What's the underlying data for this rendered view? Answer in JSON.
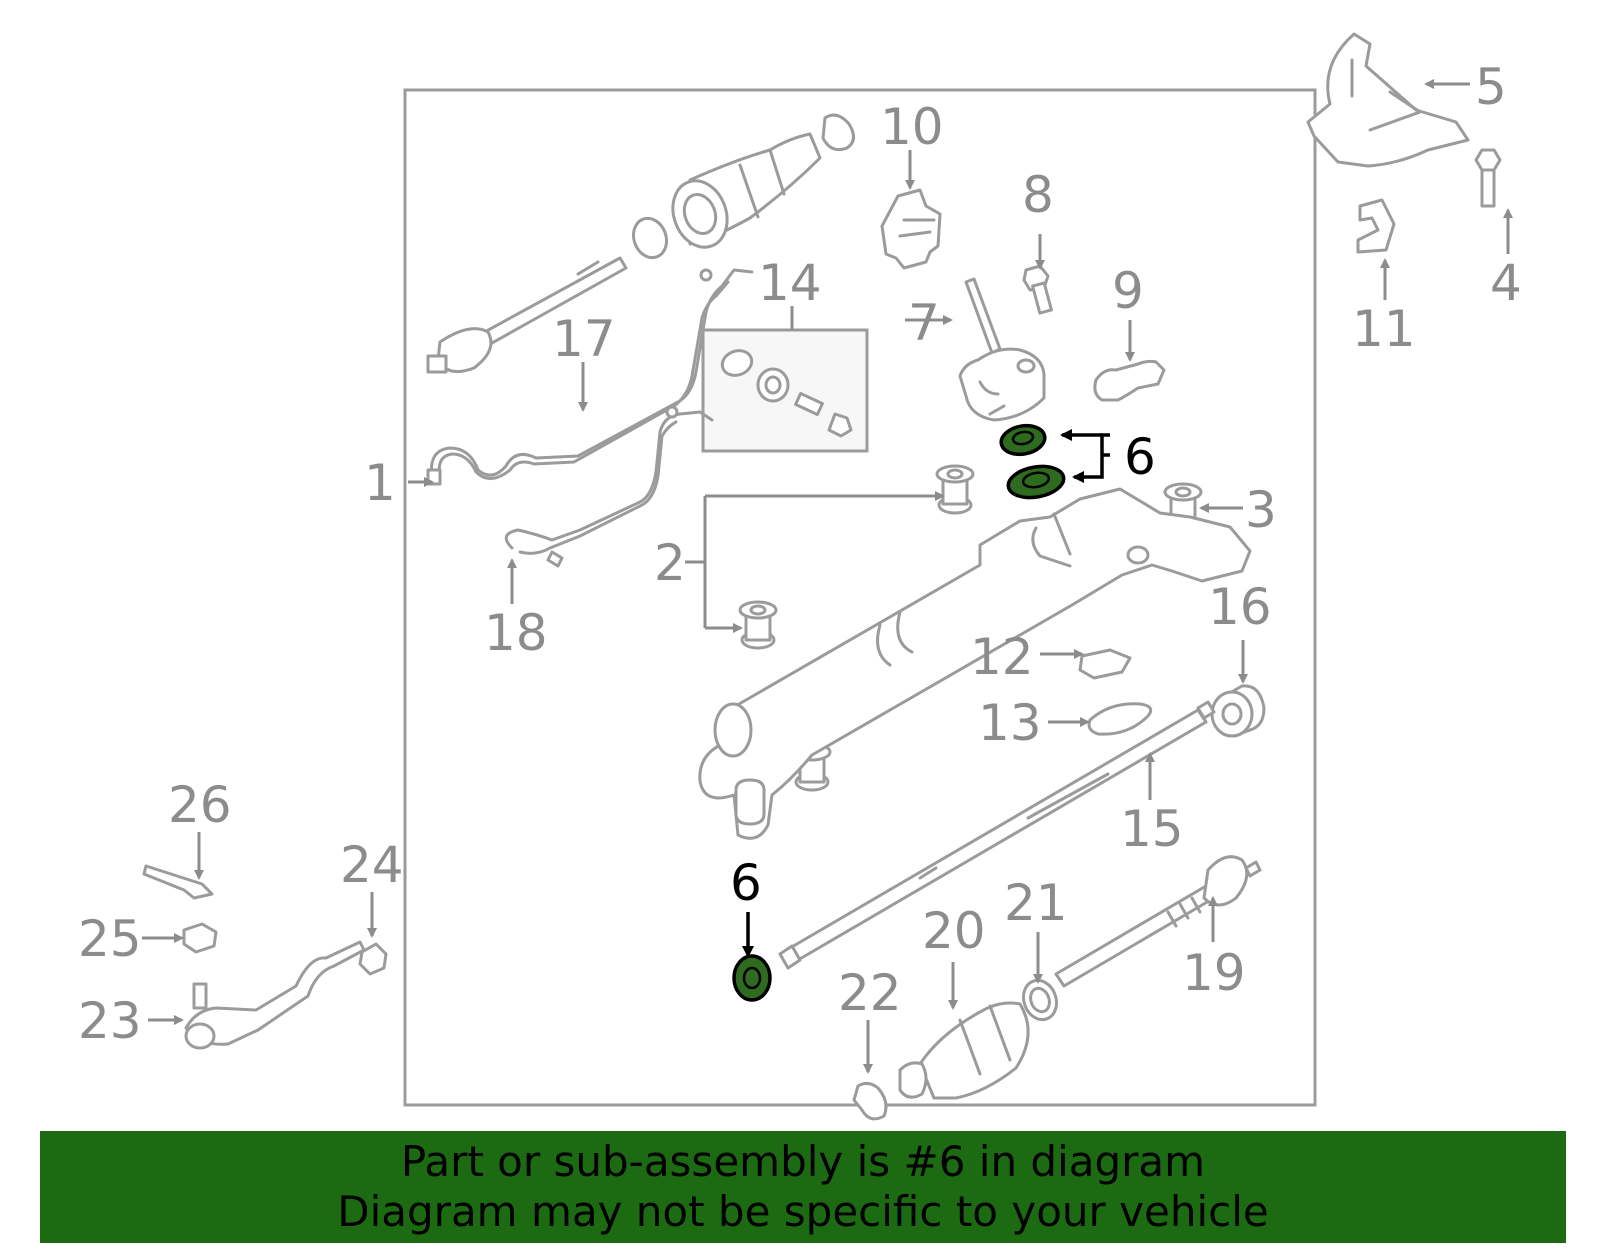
{
  "highlight_part": "6",
  "colors": {
    "highlight": "#2e6b1f",
    "banner": "#1c6b12",
    "part_stroke": "#9b9b9b"
  },
  "callouts": {
    "c1": "1",
    "c2": "2",
    "c3": "3",
    "c4": "4",
    "c5": "5",
    "c6a": "6",
    "c6b": "6",
    "c7": "7",
    "c8": "8",
    "c9": "9",
    "c10": "10",
    "c11": "11",
    "c12": "12",
    "c13": "13",
    "c14": "14",
    "c15": "15",
    "c16": "16",
    "c17": "17",
    "c18": "18",
    "c19": "19",
    "c20": "20",
    "c21": "21",
    "c22": "22",
    "c23": "23",
    "c24": "24",
    "c25": "25",
    "c26": "26"
  },
  "banner": {
    "line1": "Part or sub-assembly is #6 in diagram",
    "line2": "Diagram may not be specific to your vehicle"
  }
}
